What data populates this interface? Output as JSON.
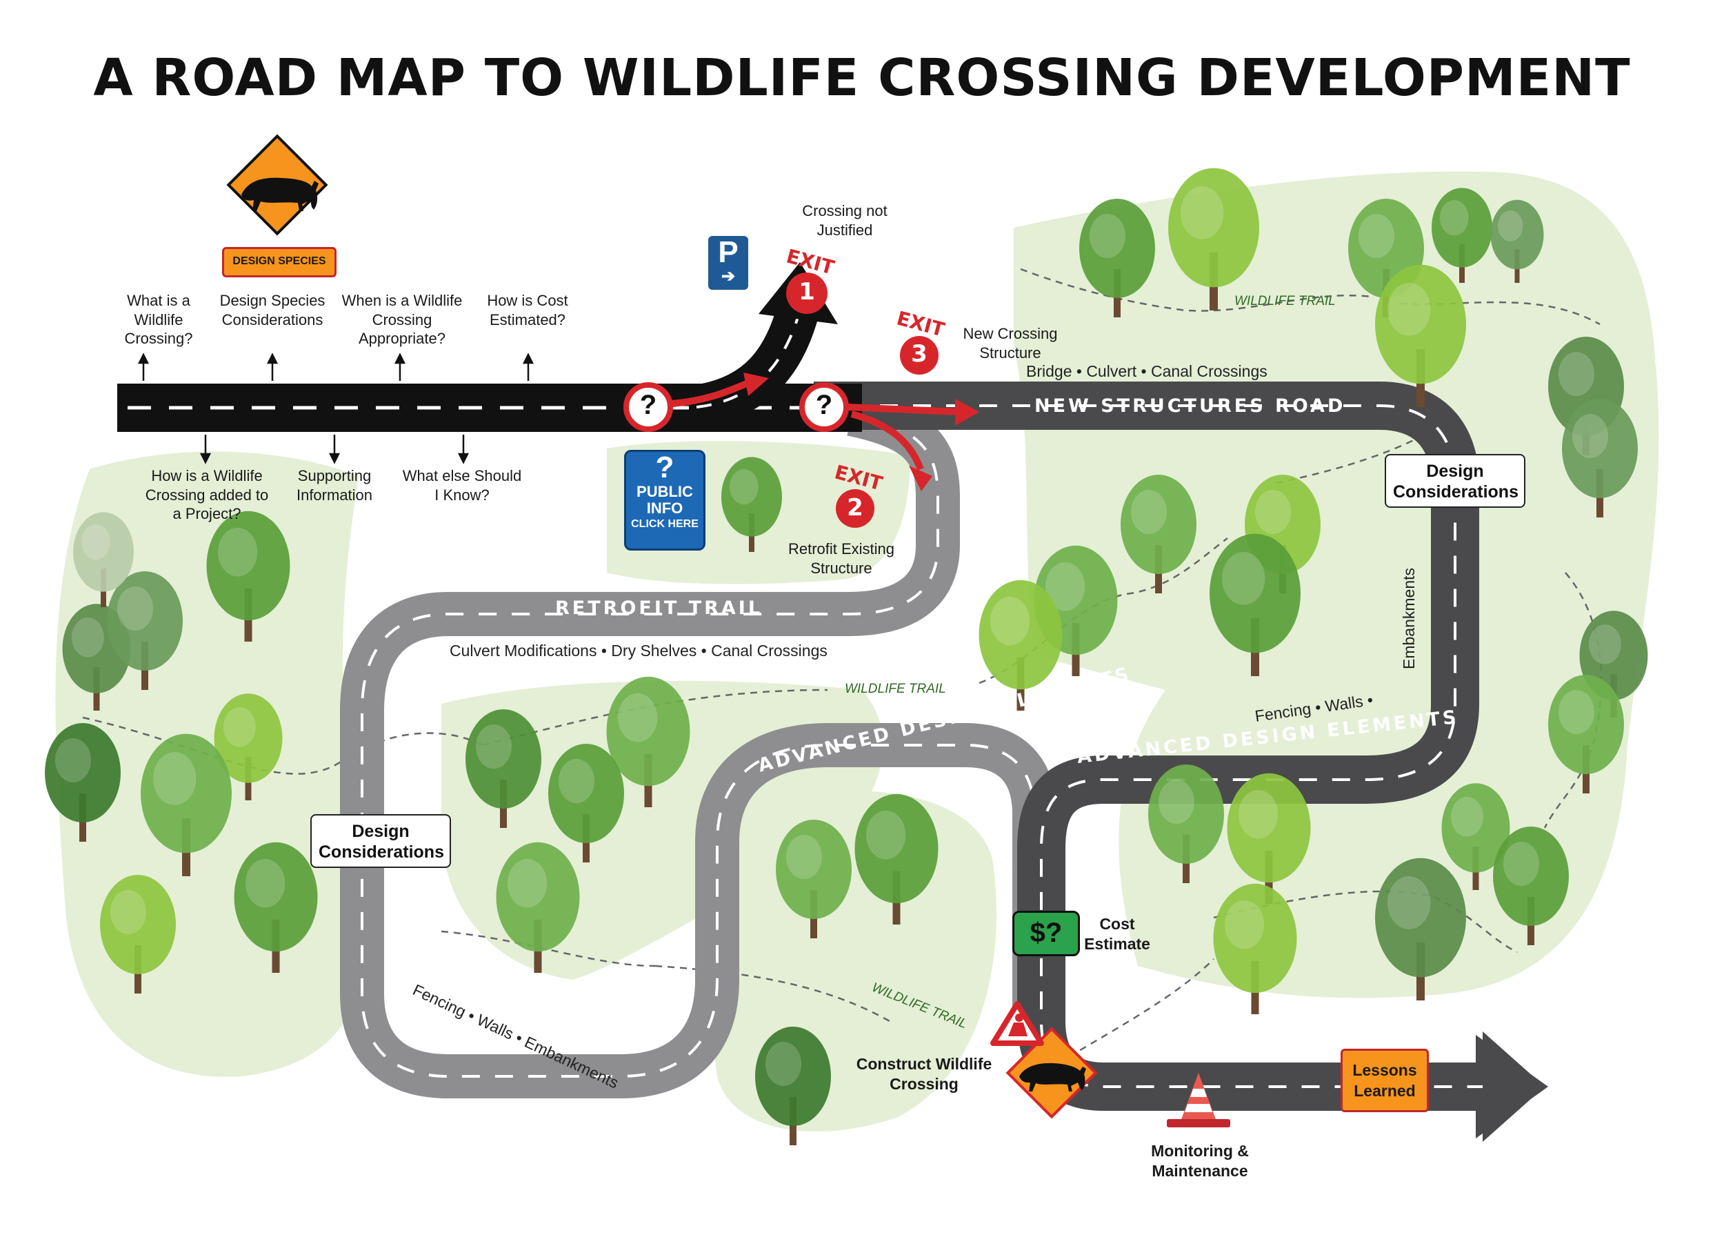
{
  "title": "A ROAD MAP TO WILDLIFE CROSSING DEVELOPMENT",
  "design_species_badge": "DESIGN SPECIES",
  "top_questions": [
    "What is a Wildlife Crossing?",
    "Design Species Considerations",
    "When is a Wildlife Crossing Appropriate?",
    "How is Cost Estimated?"
  ],
  "bottom_questions": [
    "How is a Wildlife Crossing added to a Project?",
    "Supporting Information",
    "What else Should I Know?"
  ],
  "parking_sign": "P",
  "public_info": {
    "mark": "?",
    "line1": "PUBLIC",
    "line2": "INFO",
    "line3": "CLICK HERE"
  },
  "decision_mark": "?",
  "exits": [
    {
      "word": "EXIT",
      "number": "1",
      "caption": "Crossing not Justified"
    },
    {
      "word": "EXIT",
      "number": "2",
      "caption": "Retrofit Existing Structure"
    },
    {
      "word": "EXIT",
      "number": "3",
      "caption": "New Crossing Structure"
    }
  ],
  "roads": {
    "new_structures": "NEW STRUCTURES ROAD",
    "retrofit": "RETROFIT TRAIL",
    "advanced_left": "ADVANCED DESIGN ELEMENTS",
    "advanced_right": "ADVANCED DESIGN ELEMENTS"
  },
  "road_tags": {
    "new_structures": "Bridge  •  Culvert  •  Canal Crossings",
    "retrofit": "Culvert Modifications  •  Dry Shelves  •  Canal Crossings",
    "fence_left": "Fencing  •  Walls  •  Embankments",
    "fence_right_a": "Fencing  •  Walls  •",
    "fence_right_b": "Embankments"
  },
  "design_considerations": [
    "Design Considerations",
    "Design Considerations"
  ],
  "wildlife_trail": "WILDLIFE TRAIL",
  "cost": {
    "sign": "$?",
    "label": "Cost Estimate"
  },
  "construct_label": "Construct Wildlife Crossing",
  "monitoring_label": "Monitoring & Maintenance",
  "lessons_label": "Lessons Learned",
  "colors": {
    "black_road": "#111111",
    "dark_road": "#4a4a4c",
    "retrofit_road": "#8e8e90",
    "exit_red": "#d7262b",
    "sign_orange": "#f7941d",
    "sign_blue": "#1e69b5",
    "cost_green": "#2ba24c",
    "land_green": "#e3eed3"
  }
}
